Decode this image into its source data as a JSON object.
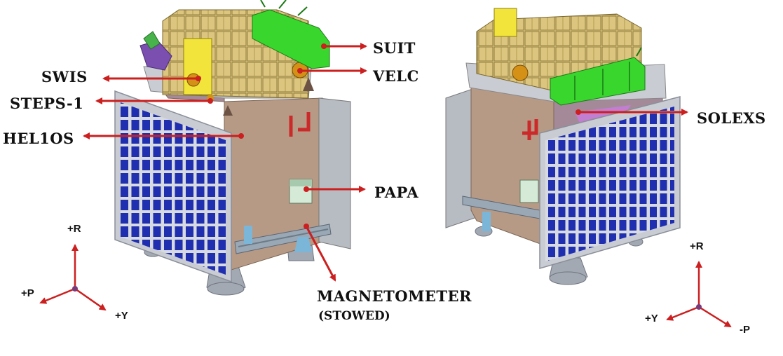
{
  "labels": {
    "suit": "SUIT",
    "velc": "VELC",
    "swis": "SWIS",
    "steps": "STEPS-1",
    "helios": "HEL1OS",
    "papa": "PAPA",
    "magnetometer": "MAGNETOMETER",
    "magnetometer_note": "(STOWED)",
    "solexs": "SOLEXS"
  },
  "axes_left": {
    "up": "+R",
    "left": "+P",
    "right": "+Y"
  },
  "axes_right": {
    "up": "+R",
    "left": "+Y",
    "right": "-P"
  },
  "colors": {
    "arrow": "#cc1f1f",
    "hull": "#b69a86",
    "solar_cell": "#1f2fb0",
    "solar_frame": "#c9ccd3",
    "payload": "#d8c07a",
    "suit_green": "#39d62e"
  }
}
